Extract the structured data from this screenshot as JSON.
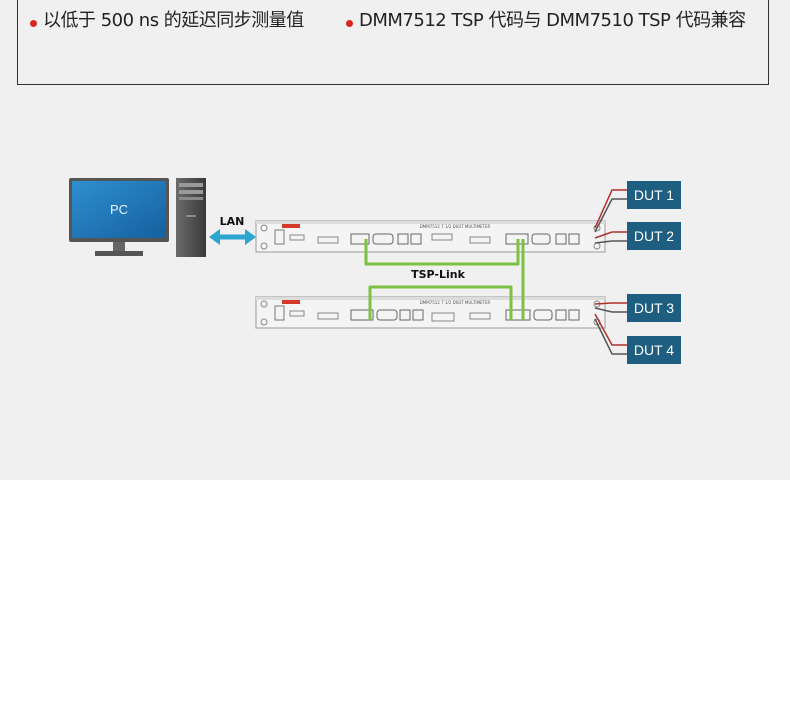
{
  "features": [
    "以低于 500 ns 的延迟同步测量值",
    "DMM7512 TSP 代码与 DMM7510 TSP 代码兼容"
  ],
  "diagram": {
    "pc_label": "PC",
    "lan_label": "LAN",
    "tsplink_label": "TSP-Link",
    "instrument_panel_text": "DMM7512 7 1/2 DIGIT MULTIMETER",
    "duts": [
      "DUT 1",
      "DUT 2",
      "DUT 3",
      "DUT 4"
    ]
  },
  "colors": {
    "bullet": "#d9261c",
    "dut_fill": "#1e5e80",
    "tsp_link": "#7cc142",
    "lan_arrow": "#2aa6cf",
    "lead_red": "#b0302a",
    "lead_dark": "#555555"
  }
}
